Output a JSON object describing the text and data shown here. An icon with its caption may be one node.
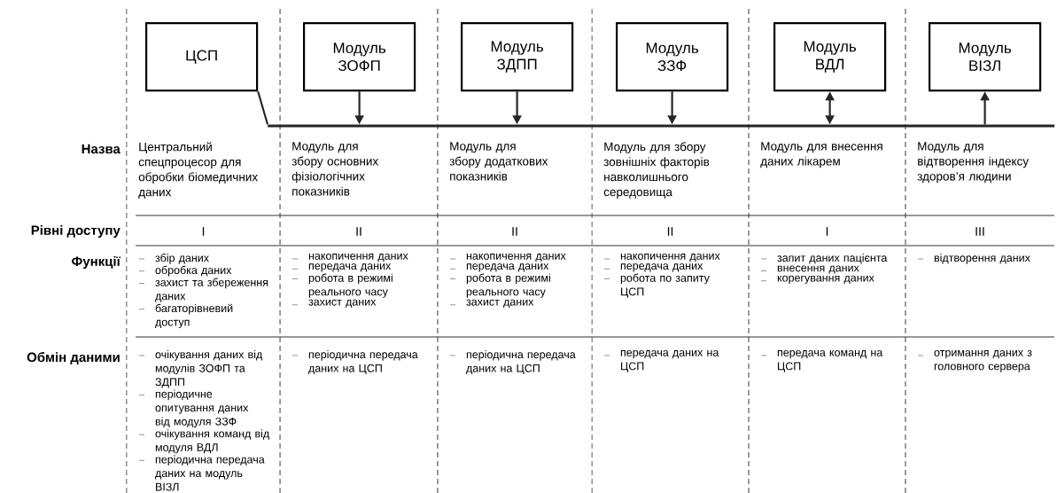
{
  "diagram": {
    "nodes": [
      {
        "text": [
          "ЦСП"
        ]
      },
      {
        "text": [
          "Модуль ЗОФП"
        ]
      },
      {
        "text": [
          "Модуль ЗДПП"
        ]
      },
      {
        "text": [
          "Модуль ЗЗФ"
        ]
      },
      {
        "text": [
          "Модуль ВДЛ"
        ]
      },
      {
        "text": [
          "Модуль ВІЗЛ"
        ]
      },
      {
        "text": [],
        "shape": "bar"
      }
    ],
    "edges": [
      {
        "from": 0,
        "to": 6,
        "arrow": "none"
      },
      {
        "from": 1,
        "to": 6,
        "arrow": "to"
      },
      {
        "from": 2,
        "to": 6,
        "arrow": "to"
      },
      {
        "from": 3,
        "to": 6,
        "arrow": "to"
      },
      {
        "from": 4,
        "to": 6,
        "arrow": "both"
      },
      {
        "from": 6,
        "to": 5,
        "arrow": "to"
      }
    ],
    "labels": [
      "Назва",
      "Центральний спецпроцесор для обробки біомедичних даних",
      "Модуль для збору основних фізіологічних показників",
      "Модуль для збору додаткових показників",
      "Модуль для збору зовнішніх факторів навколишнього середовища",
      "Модуль для внесення даних лікарем",
      "Модуль для відтворення індексу здоров’я людини",
      "Рівні доступу",
      "I",
      "II",
      "II",
      "II",
      "I",
      "III",
      "Функції",
      "збір даних",
      "обробка даних",
      "захист та збереження даних",
      "багаторівневий доступ",
      "накопичення даних",
      "передача даних",
      "робота в режимі реального часу",
      "захист даних",
      "накопичення даних",
      "передача даних",
      "робота в режимі реального часу",
      "захист даних",
      "накопичення даних",
      "передача даних",
      "робота по запиту ЦСП",
      "запит даних пацієнта",
      "внесення даних",
      "корегування даних",
      "відтворення даних",
      "Обмін даними",
      "очікування даних від модулів ЗОФП та ЗДПП",
      "періодичне опитування даних від модуля ЗЗФ",
      "очікування команд від модуля ВДЛ",
      "періодична передача даних на модуль ВІЗЛ",
      "періодична передача даних на ЦСП",
      "періодична передача даних на ЦСП",
      "передача даних на ЦСП",
      "передача команд на ЦСП",
      "отримання даних з головного сервера"
    ]
  }
}
